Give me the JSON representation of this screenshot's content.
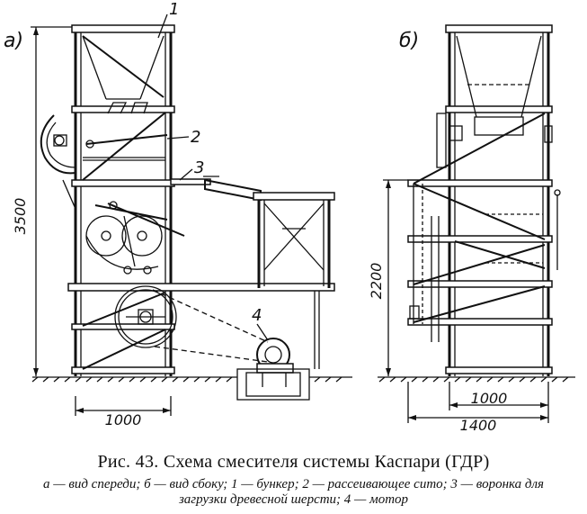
{
  "figure": {
    "view_a_label": "а)",
    "view_b_label": "б)",
    "callouts": [
      "1",
      "2",
      "3",
      "4"
    ],
    "dimensions": {
      "a_height": "3500",
      "a_width": "1000",
      "b_height": "2200",
      "b_width_inner": "1000",
      "b_width_outer": "1400"
    }
  },
  "caption": {
    "title": "Рис. 43. Схема смесителя системы Каспари (ГДР)",
    "legend": "а — вид спереди; б — вид сбоку; 1 — бункер; 2 — рассеивающее сито; 3 — воронка для загрузки древесной шерсти; 4 — мотор"
  }
}
